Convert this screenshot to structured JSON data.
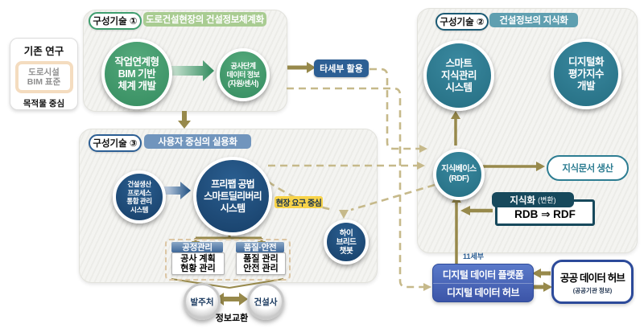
{
  "legend": {
    "title": "기존 연구",
    "item": "도로시설\nBIM 표준",
    "caption": "목적물 중심"
  },
  "tech1": {
    "badge": "구성기술 ①",
    "label": "도로건설현장의 건설정보체계화",
    "circle_main": "작업연계형\nBIM 기반\n체계 개발",
    "circle_sub": "공사단계\n데이터 정보\n(자원/센서)"
  },
  "tasebu": {
    "label": "타세부 활용"
  },
  "tech2": {
    "badge": "구성기술 ②",
    "label": "건설정보의 지식화",
    "circle_left": "스마트\n지식관리\n시스템",
    "circle_right": "디지털화\n평가지수\n개발",
    "kb_circle": "지식베이스\n(RDF)",
    "doc_pill": "지식문서 생산",
    "conv_title": "지식화",
    "conv_title_sub": "(변환)",
    "conv_body": "RDB ⇒ RDF"
  },
  "tech3": {
    "badge": "구성기술 ③",
    "label": "사용자 중심의 실용화",
    "circle_left": "건설생산\n프로세스\n통합 관리\n시스템",
    "circle_main": "프리팹 공법\n스마트딜리버리\n시스템",
    "site_tag": "현장 요구 중심",
    "chatbot": "하이\n브리드\n챗봇",
    "col1_header": "공정관리",
    "col1_body": "공사 계획\n현황 관리",
    "col2_header": "품질·안전",
    "col2_body": "품질 관리\n안전 관리"
  },
  "exchange": {
    "owner": "발주처",
    "builder": "건설사",
    "caption": "정보교환"
  },
  "hub": {
    "subtask": "11세부",
    "line1": "디지털 데이터 플랫폼",
    "line2": "디지털 데이터 허브",
    "public_title": "공공 데이터 허브",
    "public_sub": "(공공기관 정보)"
  },
  "colors": {
    "olive_solid": "#97894b",
    "tan_dashed": "#c6b98a",
    "green_accent": "#3f9e6e",
    "green_band": "#a9cc92",
    "teal_accent": "#2d7d92",
    "teal_band": "#5f9fb0",
    "navy_accent": "#1d4e80",
    "blue_band": "#7195bd",
    "blue_badge": "#2d5f94",
    "hub_blue": "#4263b0",
    "yellow_tag": "#f8d348",
    "conv_dark": "#17495c",
    "peach_border": "#f4dcbf"
  }
}
